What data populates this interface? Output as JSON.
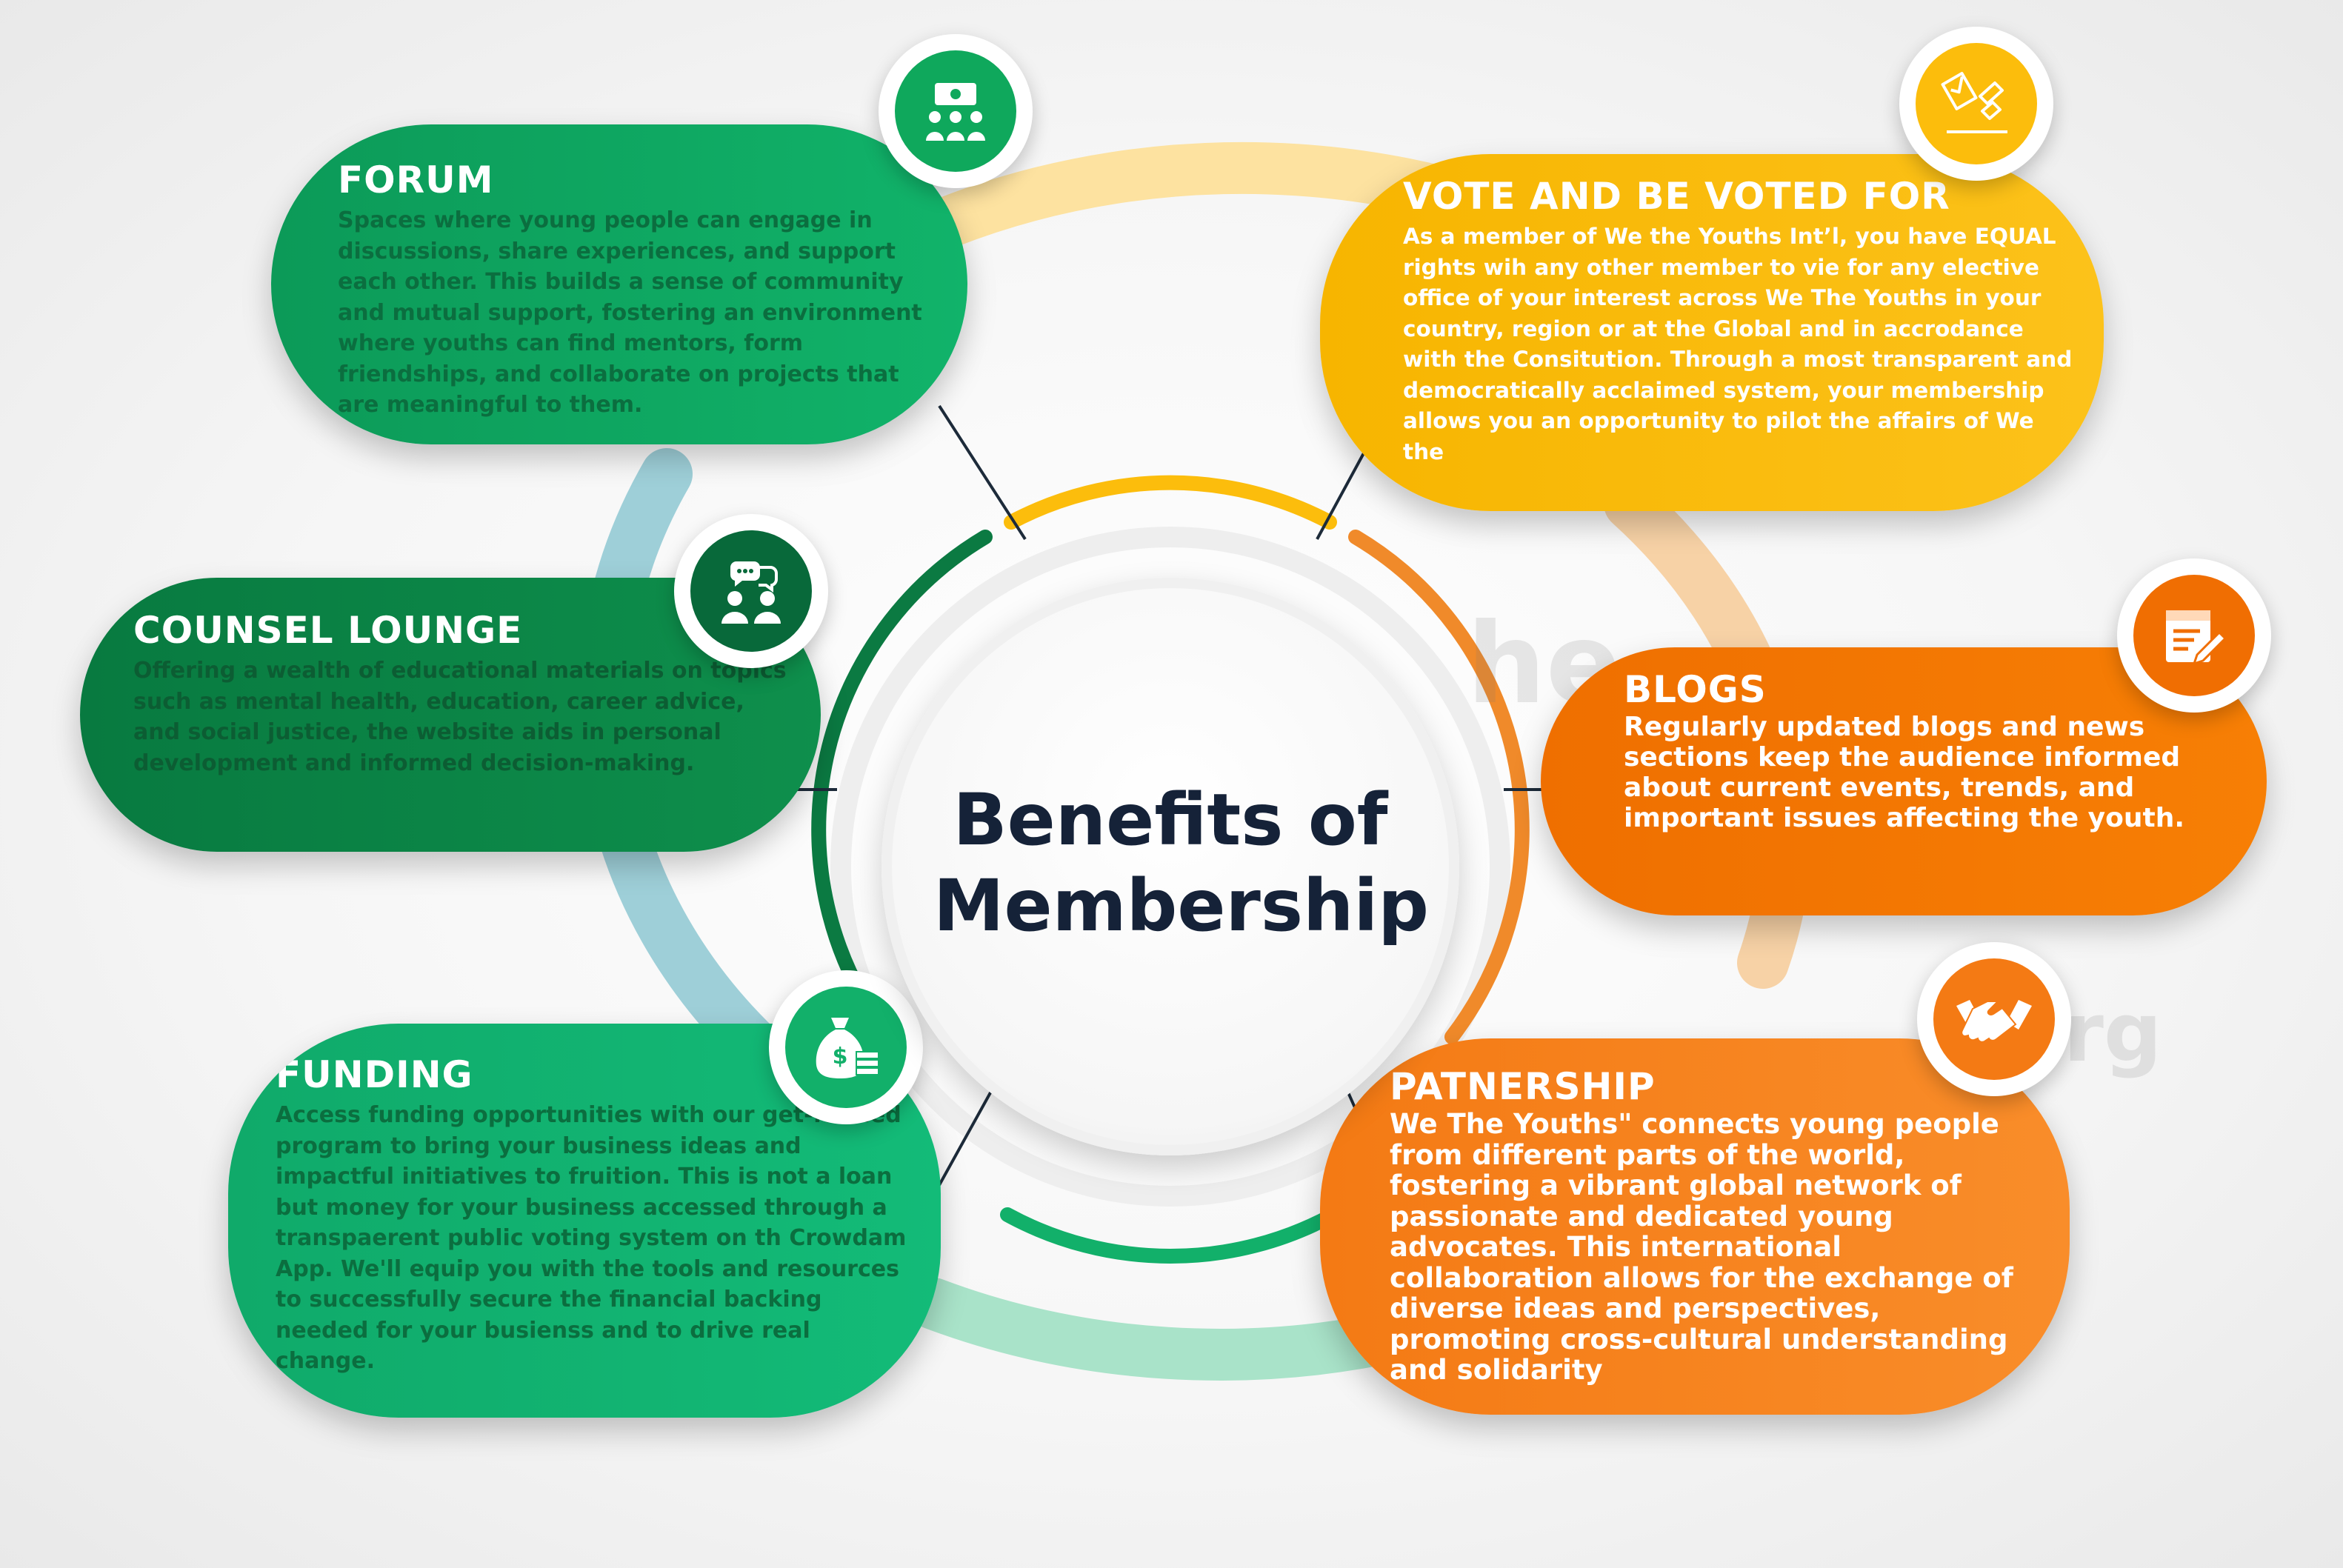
{
  "center": {
    "title": "Benefits of Membership"
  },
  "watermark": {
    "word": "he",
    "domain": "org"
  },
  "colors": {
    "dark_green": "#08693a",
    "green": "#0fa85c",
    "light_green": "#12b06a",
    "yellow": "#fcbd0c",
    "orange": "#f06e02",
    "light_orange": "#f47a14",
    "navy": "#152238"
  },
  "benefits": {
    "forum": {
      "title": "FORUM",
      "icon": "group-meeting-icon",
      "text": "Spaces where young people can engage in discussions, share experiences, and support each other. This builds a sense of community and mutual support, fostering an environment where youths can find mentors, form friendships, and collaborate on projects that are meaningful to them."
    },
    "vote": {
      "title": "VOTE AND BE VOTED FOR",
      "icon": "ballot-box-icon",
      "text": "As a member of We the Youths Int’l, you have EQUAL rights wih any other member to vie for any elective office of your interest across We The Youths in your country, region or at the Global and in accrodance with the Consitution. Through a most transparent and democratically acclaimed system, your membership allows you an opportunity to pilot the affairs of We the"
    },
    "counsel": {
      "title": "COUNSEL LOUNGE",
      "icon": "chat-people-icon",
      "text": "Offering a wealth of educational materials on topics such as mental health, education, career advice, and social justice, the website aids in personal development and informed decision-making."
    },
    "blogs": {
      "title": "BLOGS",
      "icon": "blog-edit-icon",
      "text": "Regularly updated blogs and news sections keep the audience informed about current events, trends, and important issues affecting the youth."
    },
    "funding": {
      "title": "FUNDING",
      "icon": "money-bag-icon",
      "text": "Access funding opportunities with our get-funded program to bring your business ideas and impactful initiatives to fruition. This is not a loan but money for your business accessed through a transpaerent public voting system on th Crowdam App. We'll equip you with the tools and resources to successfully secure the financial backing needed for your busienss and to drive real change."
    },
    "partnership": {
      "title": "PATNERSHIP",
      "icon": "handshake-icon",
      "text": "We The Youths\" connects young people from different parts of the world, fostering a vibrant global network of passionate and dedicated young advocates. This international collaboration allows for the exchange of diverse ideas and perspectives, promoting cross-cultural understanding and solidarity"
    }
  }
}
